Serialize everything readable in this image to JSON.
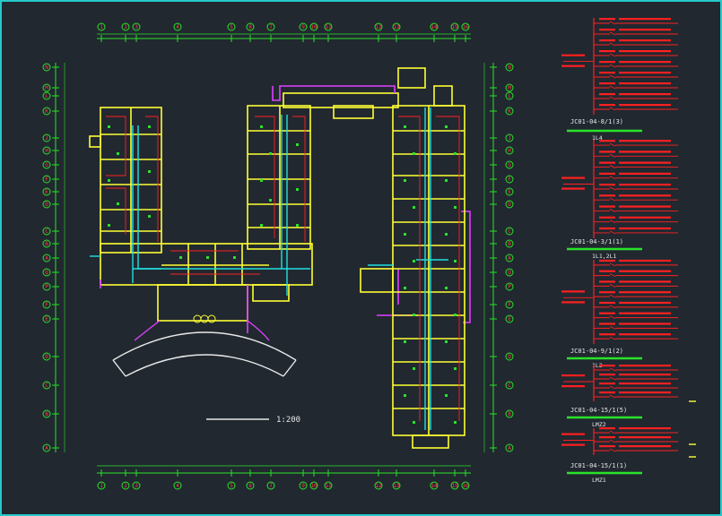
{
  "scale_label": "1:200",
  "grid_top": [
    "1",
    "2",
    "3",
    "4",
    "5",
    "8",
    "7",
    "9",
    "10",
    "11",
    "12",
    "13",
    "14",
    "15",
    "16"
  ],
  "grid_bottom": [
    "1",
    "2",
    "3",
    "4",
    "5",
    "8",
    "7",
    "9",
    "10",
    "11",
    "12",
    "13",
    "14",
    "15",
    "16"
  ],
  "grid_left": [
    "N",
    "M",
    "L",
    "K",
    "J",
    "H",
    "G",
    "F",
    "E",
    "D",
    "C",
    "B",
    "A",
    "Q",
    "P",
    "F",
    "E",
    "D",
    "C",
    "B",
    "A"
  ],
  "grid_right": [
    "N",
    "M",
    "L",
    "K",
    "J",
    "H",
    "G",
    "F",
    "E",
    "D",
    "C",
    "B",
    "A",
    "Q",
    "P",
    "F",
    "E",
    "D",
    "C",
    "B",
    "A"
  ],
  "panels": [
    {
      "id": "JC01-04-8/1(3)",
      "sub": "1L4"
    },
    {
      "id": "JC01-04-3/1(1)",
      "sub": "1L1,2L1"
    },
    {
      "id": "JC01-04-9/1(2)",
      "sub": "1L2"
    },
    {
      "id": "JC01-04-15/1(5)",
      "sub": "LMZ2"
    },
    {
      "id": "JC01-04-15/1(1)",
      "sub": "LMZ1"
    }
  ],
  "colors": {
    "background": "#212830",
    "frame": "#27c9c9",
    "wall": "#ffff33",
    "grid": "#29e329",
    "bubble": "#ff4040",
    "cable_tray": "#21e0e0",
    "boundary": "#e040ff",
    "wiring": "#ff2020",
    "white": "#e8e8e8"
  }
}
